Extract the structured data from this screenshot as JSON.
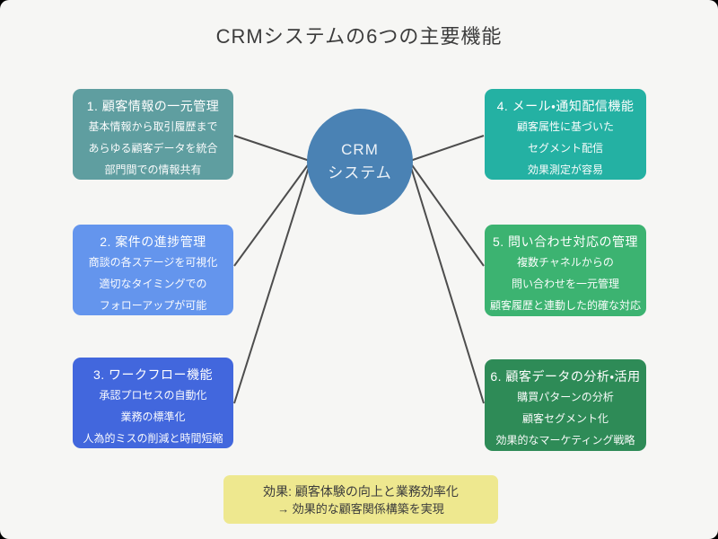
{
  "title": "CRMシステムの6つの主要機能",
  "background": "#f6f6f4",
  "connector_color": "#4d4d4d",
  "center": {
    "line1": "CRM",
    "line2": "システム",
    "color": "#4a82b4"
  },
  "features": [
    {
      "title": "1. 顧客情報の一元管理",
      "lines": [
        "基本情報から取引履歴まで",
        "あらゆる顧客データを統合",
        "部門間での情報共有"
      ],
      "color": "#5f9ea0",
      "side": "left"
    },
    {
      "title": "2. 案件の進捗管理",
      "lines": [
        "商談の各ステージを可視化",
        "適切なタイミングでの",
        "フォローアップが可能"
      ],
      "color": "#6495ed",
      "side": "left"
    },
    {
      "title": "3. ワークフロー機能",
      "lines": [
        "承認プロセスの自動化",
        "業務の標準化",
        "人為的ミスの削減と時間短縮"
      ],
      "color": "#4267dd",
      "side": "left"
    },
    {
      "title": "4. メール・通知配信機能",
      "lines": [
        "顧客属性に基づいた",
        "セグメント配信",
        "効果測定が容易"
      ],
      "color": "#24b1a3",
      "side": "right"
    },
    {
      "title": "5. 問い合わせ対応の管理",
      "lines": [
        "複数チャネルからの",
        "問い合わせを一元管理",
        "顧客履歴と連動した的確な対応"
      ],
      "color": "#3cb371",
      "side": "right"
    },
    {
      "title": "6. 顧客データの分析・活用",
      "lines": [
        "購買パターンの分析",
        "顧客セグメント化",
        "効果的なマーケティング戦略"
      ],
      "color": "#2e8b57",
      "side": "right"
    }
  ],
  "effect": {
    "line1": "効果: 顧客体験の向上と業務効率化",
    "line2": "→ 効果的な顧客関係構築を実現",
    "bg": "#eee88f"
  }
}
